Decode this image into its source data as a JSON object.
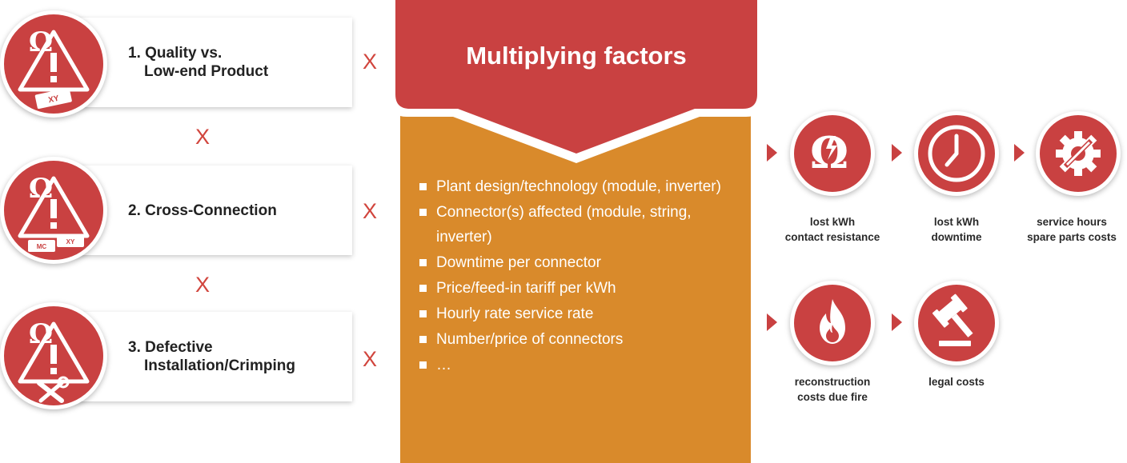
{
  "steps": [
    {
      "line1": "1. Quality vs.",
      "line2": "Low-end Product",
      "icon": "warning-omega-connector-icon",
      "tag": "XY"
    },
    {
      "line1": "2. Cross-Connection",
      "line2": "",
      "icon": "warning-omega-crossconnection-icon",
      "tag_left": "MC",
      "tag_right": "XY"
    },
    {
      "line1": "3. Defective",
      "line2": "Installation/Crimping",
      "icon": "warning-omega-tools-icon"
    }
  ],
  "operator": "X",
  "factors": {
    "title": "Multiplying factors",
    "items": [
      "Plant design/technology (module, inverter)",
      "Connector(s) affected (module, string, inverter)",
      "Downtime per connector",
      "Price/feed-in tariff per kWh",
      "Hourly rate service rate",
      "Number/price of connectors",
      "…"
    ]
  },
  "consequences": {
    "row1": [
      {
        "icon": "omega-lightning-icon",
        "line1": "lost kWh",
        "line2": "contact resistance"
      },
      {
        "icon": "clock-icon",
        "line1": "lost kWh",
        "line2": "downtime"
      },
      {
        "icon": "gear-wrench-icon",
        "line1": "service hours",
        "line2": "spare parts costs"
      }
    ],
    "row2": [
      {
        "icon": "fire-icon",
        "line1": "reconstruction",
        "line2": "costs due fire"
      },
      {
        "icon": "gavel-icon",
        "line1": "legal costs",
        "line2": ""
      }
    ]
  },
  "colors": {
    "red": "#c94141",
    "orange": "#d98a2b",
    "operator": "#d1453d"
  }
}
